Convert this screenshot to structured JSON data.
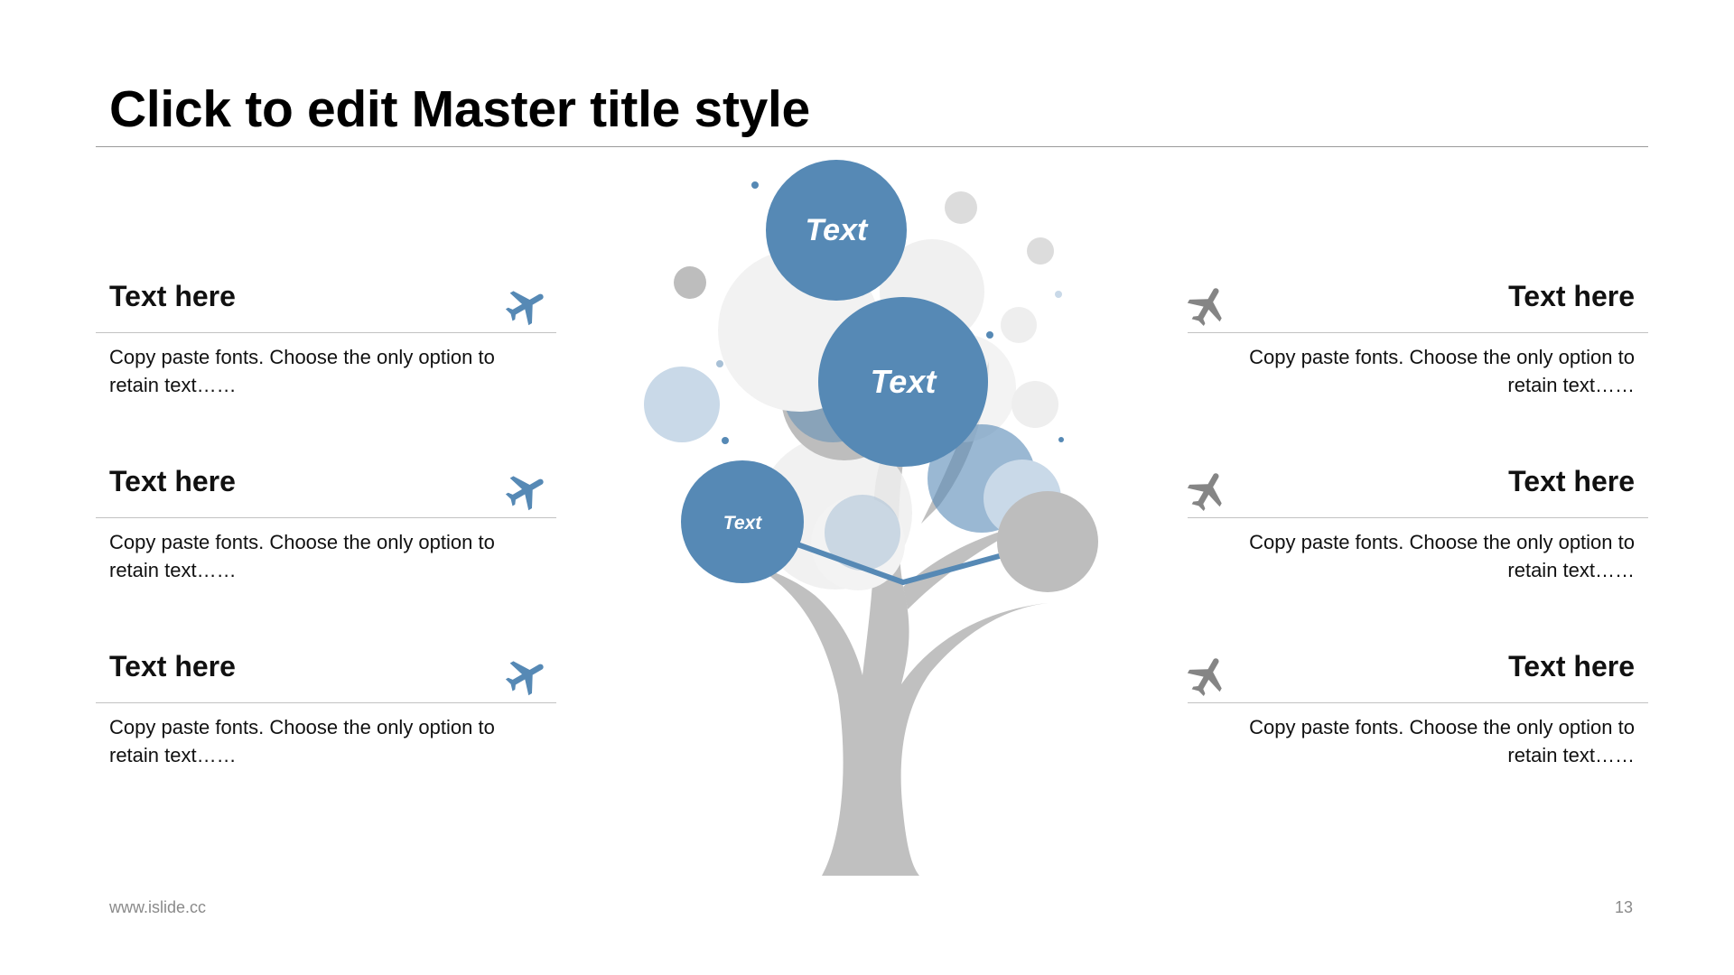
{
  "title": "Click to edit Master title style",
  "colors": {
    "accent": "#5689b5",
    "gray": "#858585",
    "trunk": "#c0c0c0"
  },
  "items_left": [
    {
      "title": "Text here",
      "desc": "Copy paste fonts. Choose the only option to retain text……",
      "icon": "airplane-icon"
    },
    {
      "title": "Text here",
      "desc": "Copy paste fonts. Choose the only option to retain text……",
      "icon": "airplane-icon"
    },
    {
      "title": "Text here",
      "desc": "Copy paste fonts. Choose the only option to retain text……",
      "icon": "airplane-icon"
    }
  ],
  "items_right": [
    {
      "title": "Text here",
      "desc": "Copy paste fonts. Choose the only option to retain text……",
      "icon": "airplane-icon"
    },
    {
      "title": "Text here",
      "desc": "Copy paste fonts. Choose the only option to retain text……",
      "icon": "airplane-icon"
    },
    {
      "title": "Text here",
      "desc": "Copy paste fonts. Choose the only option to retain text……",
      "icon": "airplane-icon"
    }
  ],
  "tree": {
    "bubble_top": "Text",
    "bubble_mid": "Text",
    "bubble_small": "Text"
  },
  "footer": {
    "url": "www.islide.cc",
    "page": "13"
  }
}
